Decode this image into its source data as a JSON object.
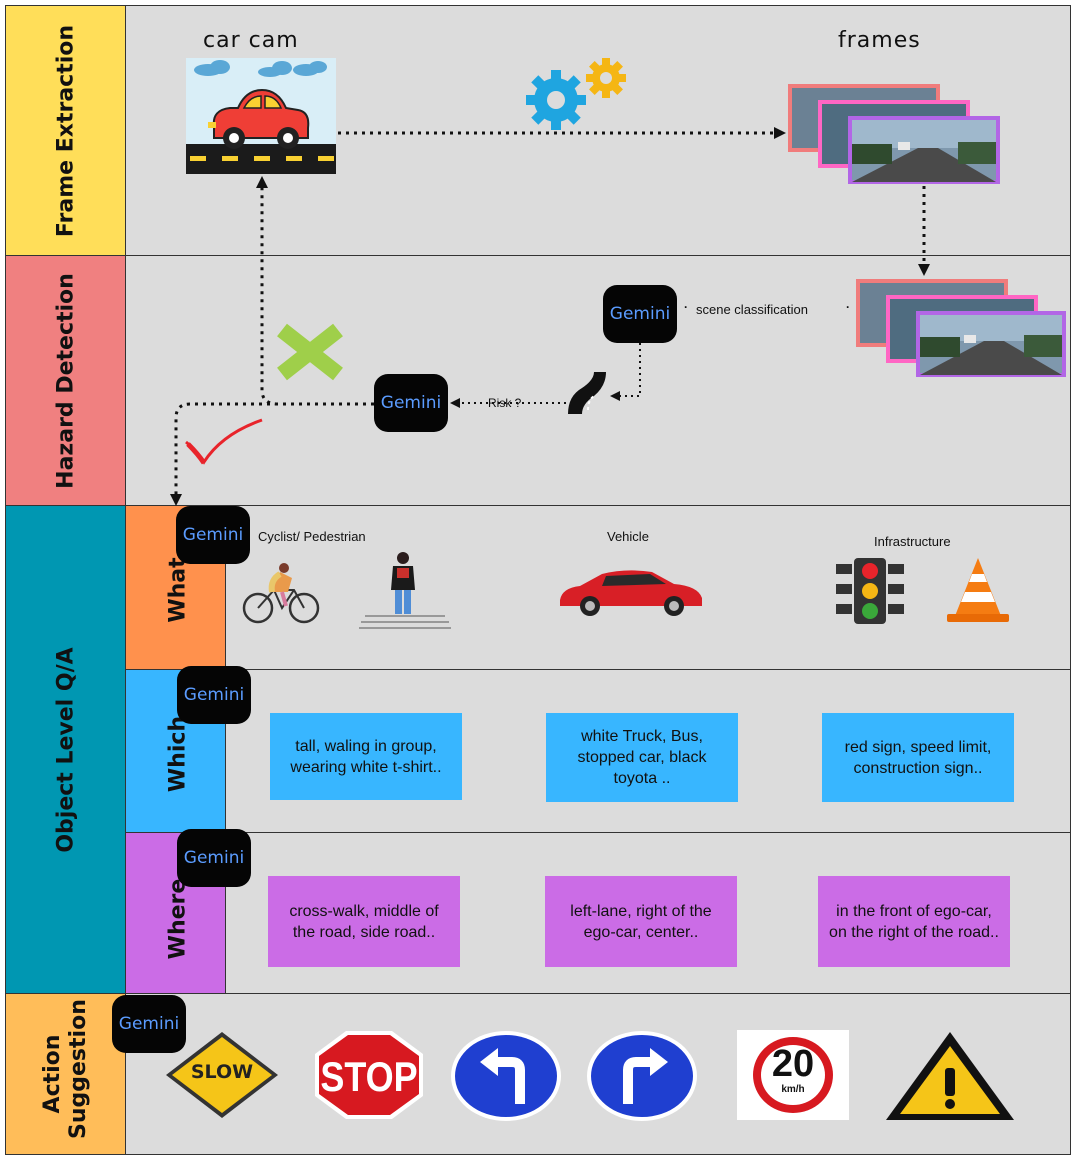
{
  "rows": {
    "frame_extraction": {
      "label": "Frame Extraction",
      "color": "#ffde59"
    },
    "hazard_detection": {
      "label": "Hazard Detection",
      "color": "#f08080"
    },
    "object_level": {
      "label": "Object Level Q/A",
      "color": "#0097b2"
    },
    "action_suggestion": {
      "label": "Action Suggestion",
      "color": "#ffbd59"
    }
  },
  "subrows": {
    "what": {
      "label": "What",
      "color": "#ff914d"
    },
    "which": {
      "label": "Which",
      "color": "#38b6ff"
    },
    "where": {
      "label": "Where",
      "color": "#cb6ce6"
    }
  },
  "frame_extraction": {
    "car_cam_label": "car cam",
    "frames_label": "frames"
  },
  "hazard": {
    "scene_classification": "scene classification",
    "risk_label": "Risk ?"
  },
  "gemini_label": "Gemini",
  "categories": {
    "cyclist": "Cyclist/ Pedestrian",
    "vehicle": "Vehicle",
    "infrastructure": "Infrastructure"
  },
  "which_boxes": [
    "tall, waling in group, wearing white t-shirt..",
    "white Truck, Bus, stopped car, black toyota ..",
    "red sign, speed limit, construction sign.."
  ],
  "where_boxes": [
    "cross-walk, middle of the road, side road..",
    "left-lane, right of the ego-car, center..",
    "in the front of ego-car, on the right of the road.."
  ],
  "signs": {
    "slow": "SLOW",
    "stop": "STOP",
    "speed_value": "20",
    "speed_unit": "km/h"
  },
  "icons": [
    "gears-icon",
    "car-icon",
    "road-curve-icon",
    "cross-icon",
    "check-icon",
    "cyclist-icon",
    "pedestrian-icon",
    "traffic-light-icon",
    "cone-icon",
    "slow-sign-icon",
    "stop-sign-icon",
    "turn-left-icon",
    "turn-right-icon",
    "speed-limit-icon",
    "warning-icon"
  ]
}
